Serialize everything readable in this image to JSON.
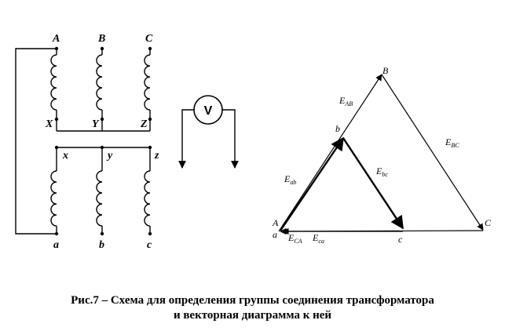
{
  "primary_terminals": [
    "A",
    "B",
    "C"
  ],
  "primary_ends": [
    "X",
    "Y",
    "Z"
  ],
  "secondary_terminals": [
    "x",
    "y",
    "z"
  ],
  "secondary_ends": [
    "a",
    "b",
    "c"
  ],
  "voltmeter_label": "V",
  "vector_labels": {
    "B": "B",
    "C": "C",
    "A": "A",
    "a": "a",
    "b": "b",
    "c": "c",
    "E": "E",
    "sub_AB": "AB",
    "sub_BC": "BC",
    "sub_CA": "CA",
    "sub_ab": "ab",
    "sub_bc": "bc",
    "sub_ca": "ca"
  },
  "caption": {
    "line1": "Рис.7 – Схема для определения группы соединения трансформатора",
    "line2": "и векторная диаграмма к ней"
  }
}
